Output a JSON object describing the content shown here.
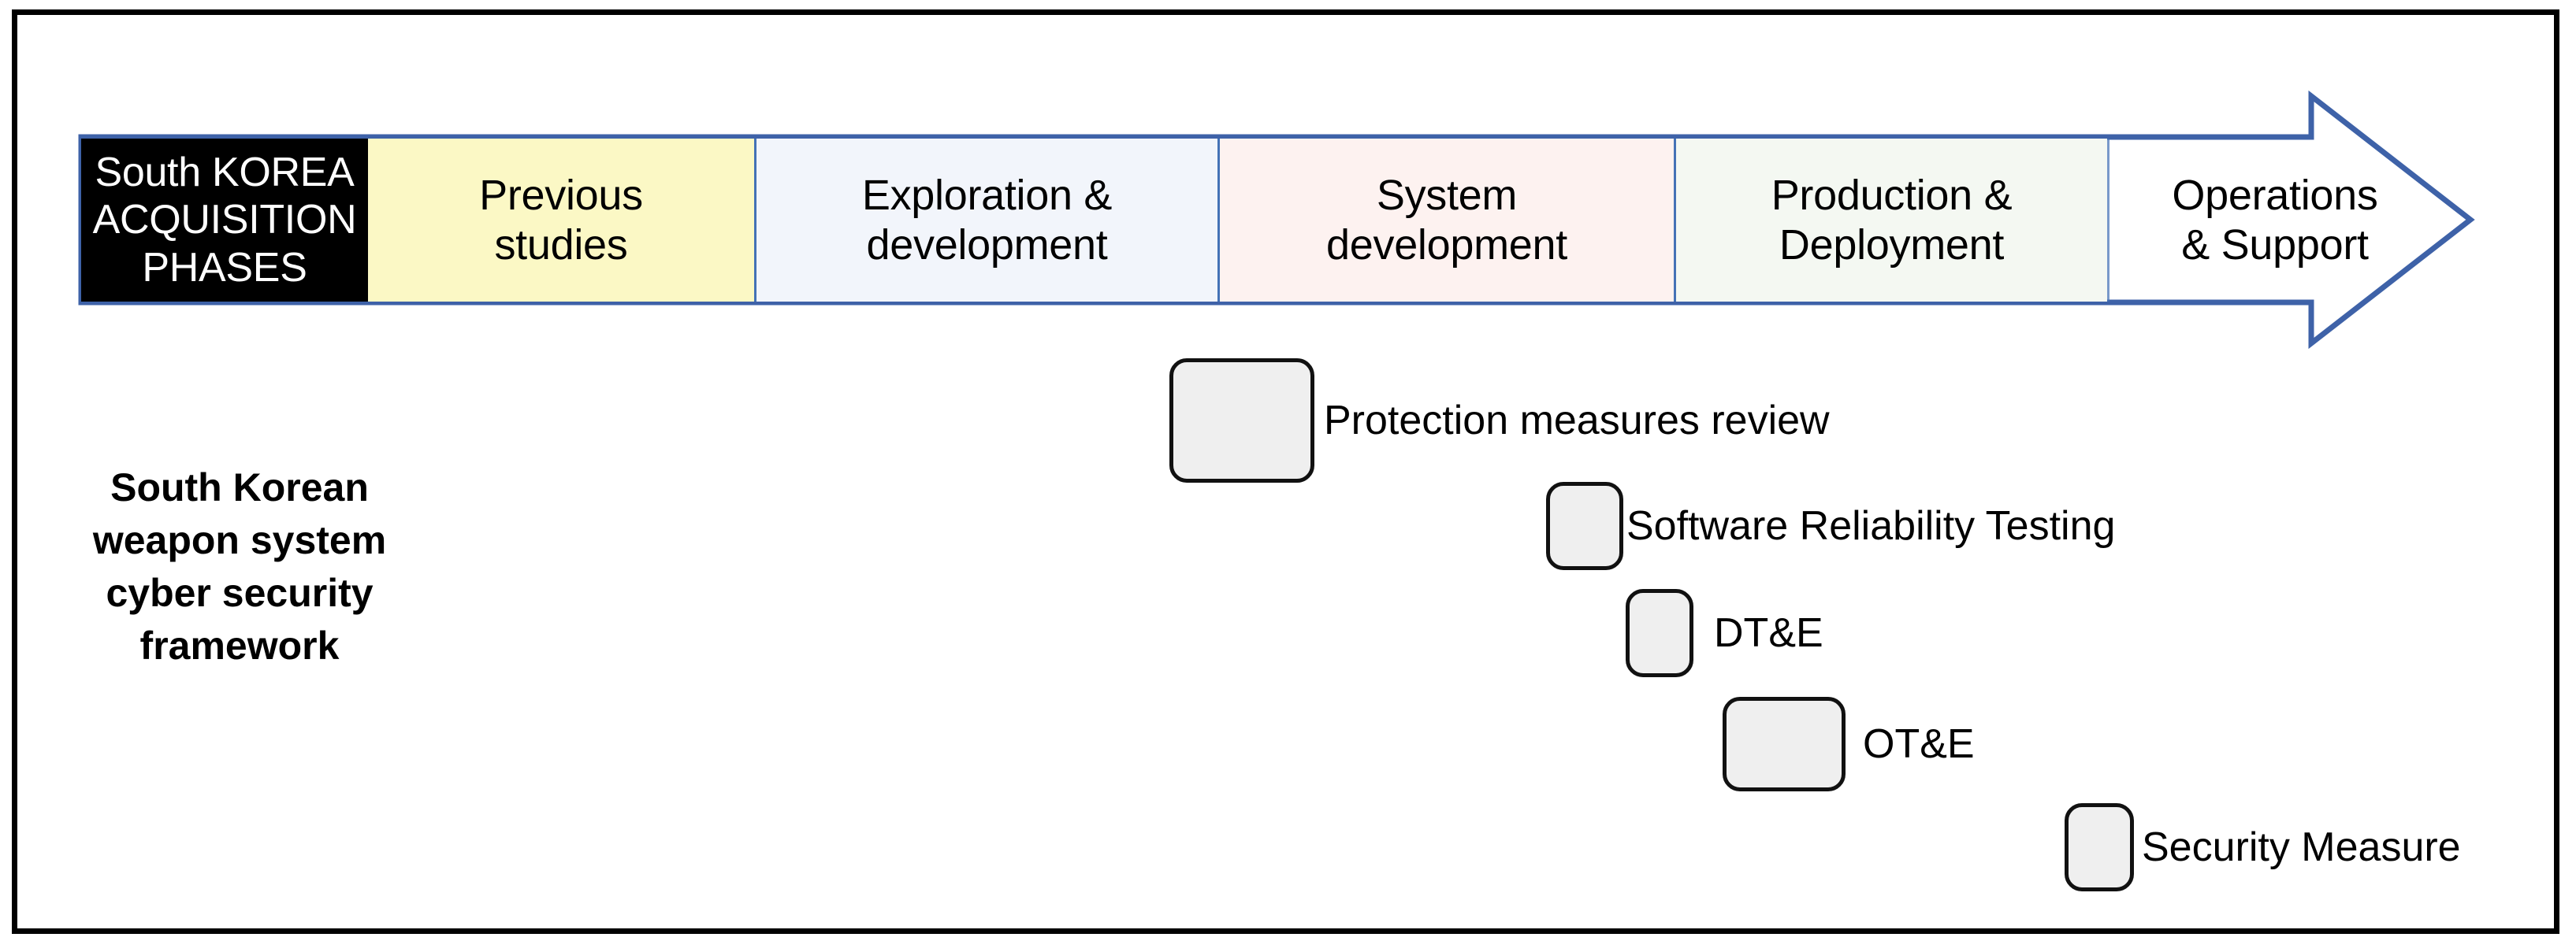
{
  "figure": {
    "title_block": {
      "line1": "South KOREA",
      "line2": "ACQUISITION",
      "line3": "PHASES"
    },
    "framework_label": {
      "line1": "South Korean",
      "line2": "weapon system",
      "line3": "cyber security",
      "line4": "framework"
    },
    "colors": {
      "frame": "#000000",
      "arrow_outline": "#3E62A8",
      "header_block": "#000000",
      "phase_previous_studies": "#FBF8C5",
      "phase_exploration": "#F2F5FB",
      "phase_system_development": "#FDF2F0",
      "phase_production": "#F4F8F2",
      "phase_operations": "#FFFFFF",
      "activity_box_fill": "#EFEFEF",
      "activity_box_border": "#111111"
    },
    "phases": [
      {
        "id": "previous-studies",
        "label": "Previous\nstudies",
        "line1": "Previous",
        "line2": "studies",
        "fill": "#FBF8C5"
      },
      {
        "id": "exploration",
        "label": "Exploration &\ndevelopment",
        "line1": "Exploration &",
        "line2": "development",
        "fill": "#F2F5FB"
      },
      {
        "id": "system-development",
        "label": "System\ndevelopment",
        "line1": "System",
        "line2": "development",
        "fill": "#FDF2F0"
      },
      {
        "id": "production",
        "label": "Production &\nDeployment",
        "line1": "Production &",
        "line2": "Deployment",
        "fill": "#F4F8F2"
      },
      {
        "id": "operations",
        "label": "Operations\n& Support",
        "line1": "Operations",
        "line2": "& Support",
        "fill": "#FFFFFF"
      }
    ],
    "activities": [
      {
        "id": "protection-measures-review",
        "label": "Protection measures review"
      },
      {
        "id": "software-reliability-testing",
        "label": "Software Reliability Testing"
      },
      {
        "id": "dte",
        "label": "DT&E"
      },
      {
        "id": "ote",
        "label": "OT&E"
      },
      {
        "id": "security-measure",
        "label": "Security Measure"
      }
    ]
  }
}
